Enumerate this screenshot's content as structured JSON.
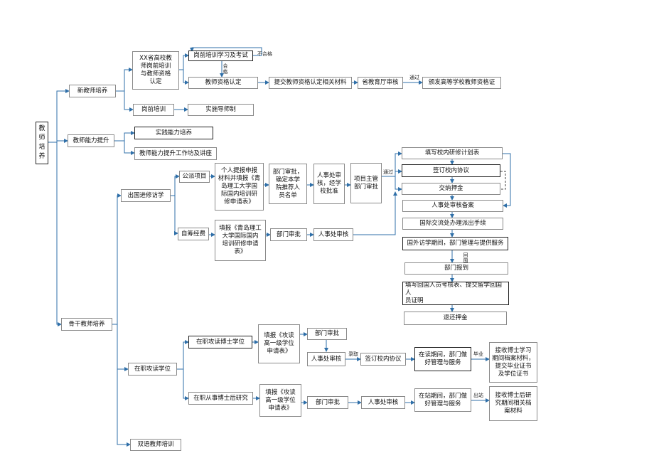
{
  "nodes": {
    "root": "教\n师\n培\n养",
    "new_teacher": "新教师培养",
    "ability": "教师能力提升",
    "backbone": "骨干教师培养",
    "xx_cert": "XX省高校教\n师岗前培训\n与教师资格\n认定",
    "pre_study": "岗前培训学习及考试",
    "qual_cert": "教师资格认定",
    "submit_materials": "提交教师资格认定相关材料",
    "prov_review": "省教育厅审核",
    "issue_cert": "颁发高等学校教师资格证",
    "pre_training": "岗前培训",
    "mentor": "实施导师制",
    "practice": "实践能力培养",
    "lectures": "教师能力提升工作坊及讲座",
    "abroad": "出国进修访学",
    "public_project": "公派项目",
    "self_funded": "自筹经费",
    "public_apply": "个人提报申报\n材料并填报《青\n岛理工大学国\n际国内培训研\n修申请表》",
    "dept_review_rec": "部门审批，\n确定本学\n院推荐人\n员名单",
    "hr_review_school": "人事处审\n核，经学\n校批准",
    "project_dept": "项目主管\n部门审批",
    "self_apply": "填报《青岛理工\n大学国际国内\n培训研修申请\n表》",
    "self_dept": "部门审批",
    "self_hr": "人事处审核",
    "plan": "填写校内研修计划表",
    "agreement": "签订校内协议",
    "deposit": "交纳押金",
    "hr_filing": "人事处审核备案",
    "intl_office": "国际交流处办理派出手续",
    "abroad_mgmt": "国外访学期间，部门管理与提供服务",
    "dept_report": "部门报到",
    "return_forms": "填写回国人员考核表、提交留学回国人\n员证明",
    "refund": "退还押金",
    "inservice": "在职攻读学位",
    "phd": "在职攻读博士学位",
    "phd_apply": "填报《攻读\n高一级学位\n申请表》",
    "phd_dept": "部门审批",
    "phd_hr": "人事处审核",
    "phd_agreement": "签订校内协议",
    "phd_mgmt": "在读期间，部门做\n好管理与服务",
    "phd_receive": "接收博士学习\n期间档案材料，\n提交毕业证书\n及学位证书",
    "postdoc": "在职从事博士后研究",
    "postdoc_apply": "填报《攻读\n高一级学位\n申请表》",
    "postdoc_dept": "部门审批",
    "postdoc_hr": "人事处审核",
    "postdoc_mgmt": "在站期间，部门做\n好管理与服务",
    "postdoc_receive": "接收博士后研\n究期间相关档\n案材料",
    "bilingual": "双语教师培训"
  },
  "edge_labels": {
    "fail": "不合格",
    "pass": "合\n格",
    "approved": "通过",
    "approved2": "通过",
    "return_home": "回\n国",
    "admitted": "录取",
    "graduate": "毕业",
    "leave_station": "出站"
  }
}
